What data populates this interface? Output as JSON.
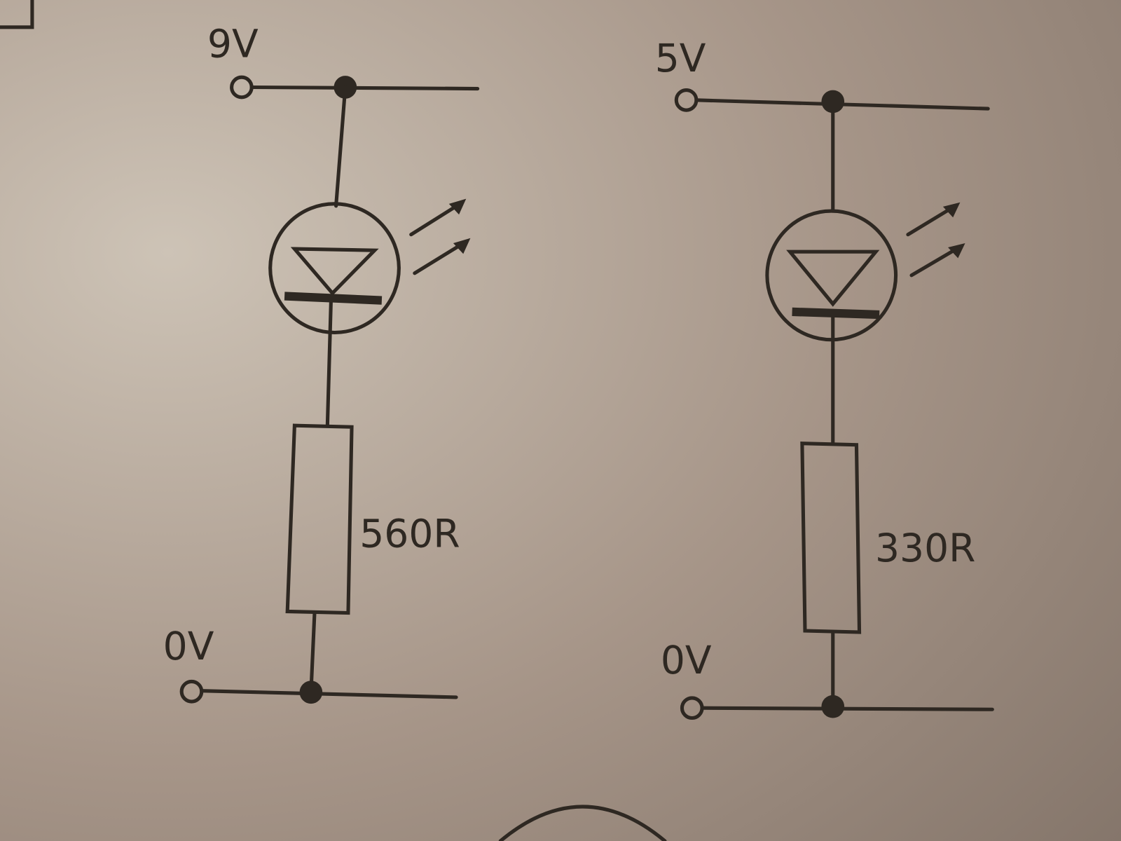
{
  "circuits": [
    {
      "supply_label": "9V",
      "ground_label": "0V",
      "resistor_label": "560R"
    },
    {
      "supply_label": "5V",
      "ground_label": "0V",
      "resistor_label": "330R"
    }
  ],
  "colors": {
    "ink": "#2e2822",
    "paper_light": "#cdc3b6",
    "paper_dark": "#85766b"
  }
}
